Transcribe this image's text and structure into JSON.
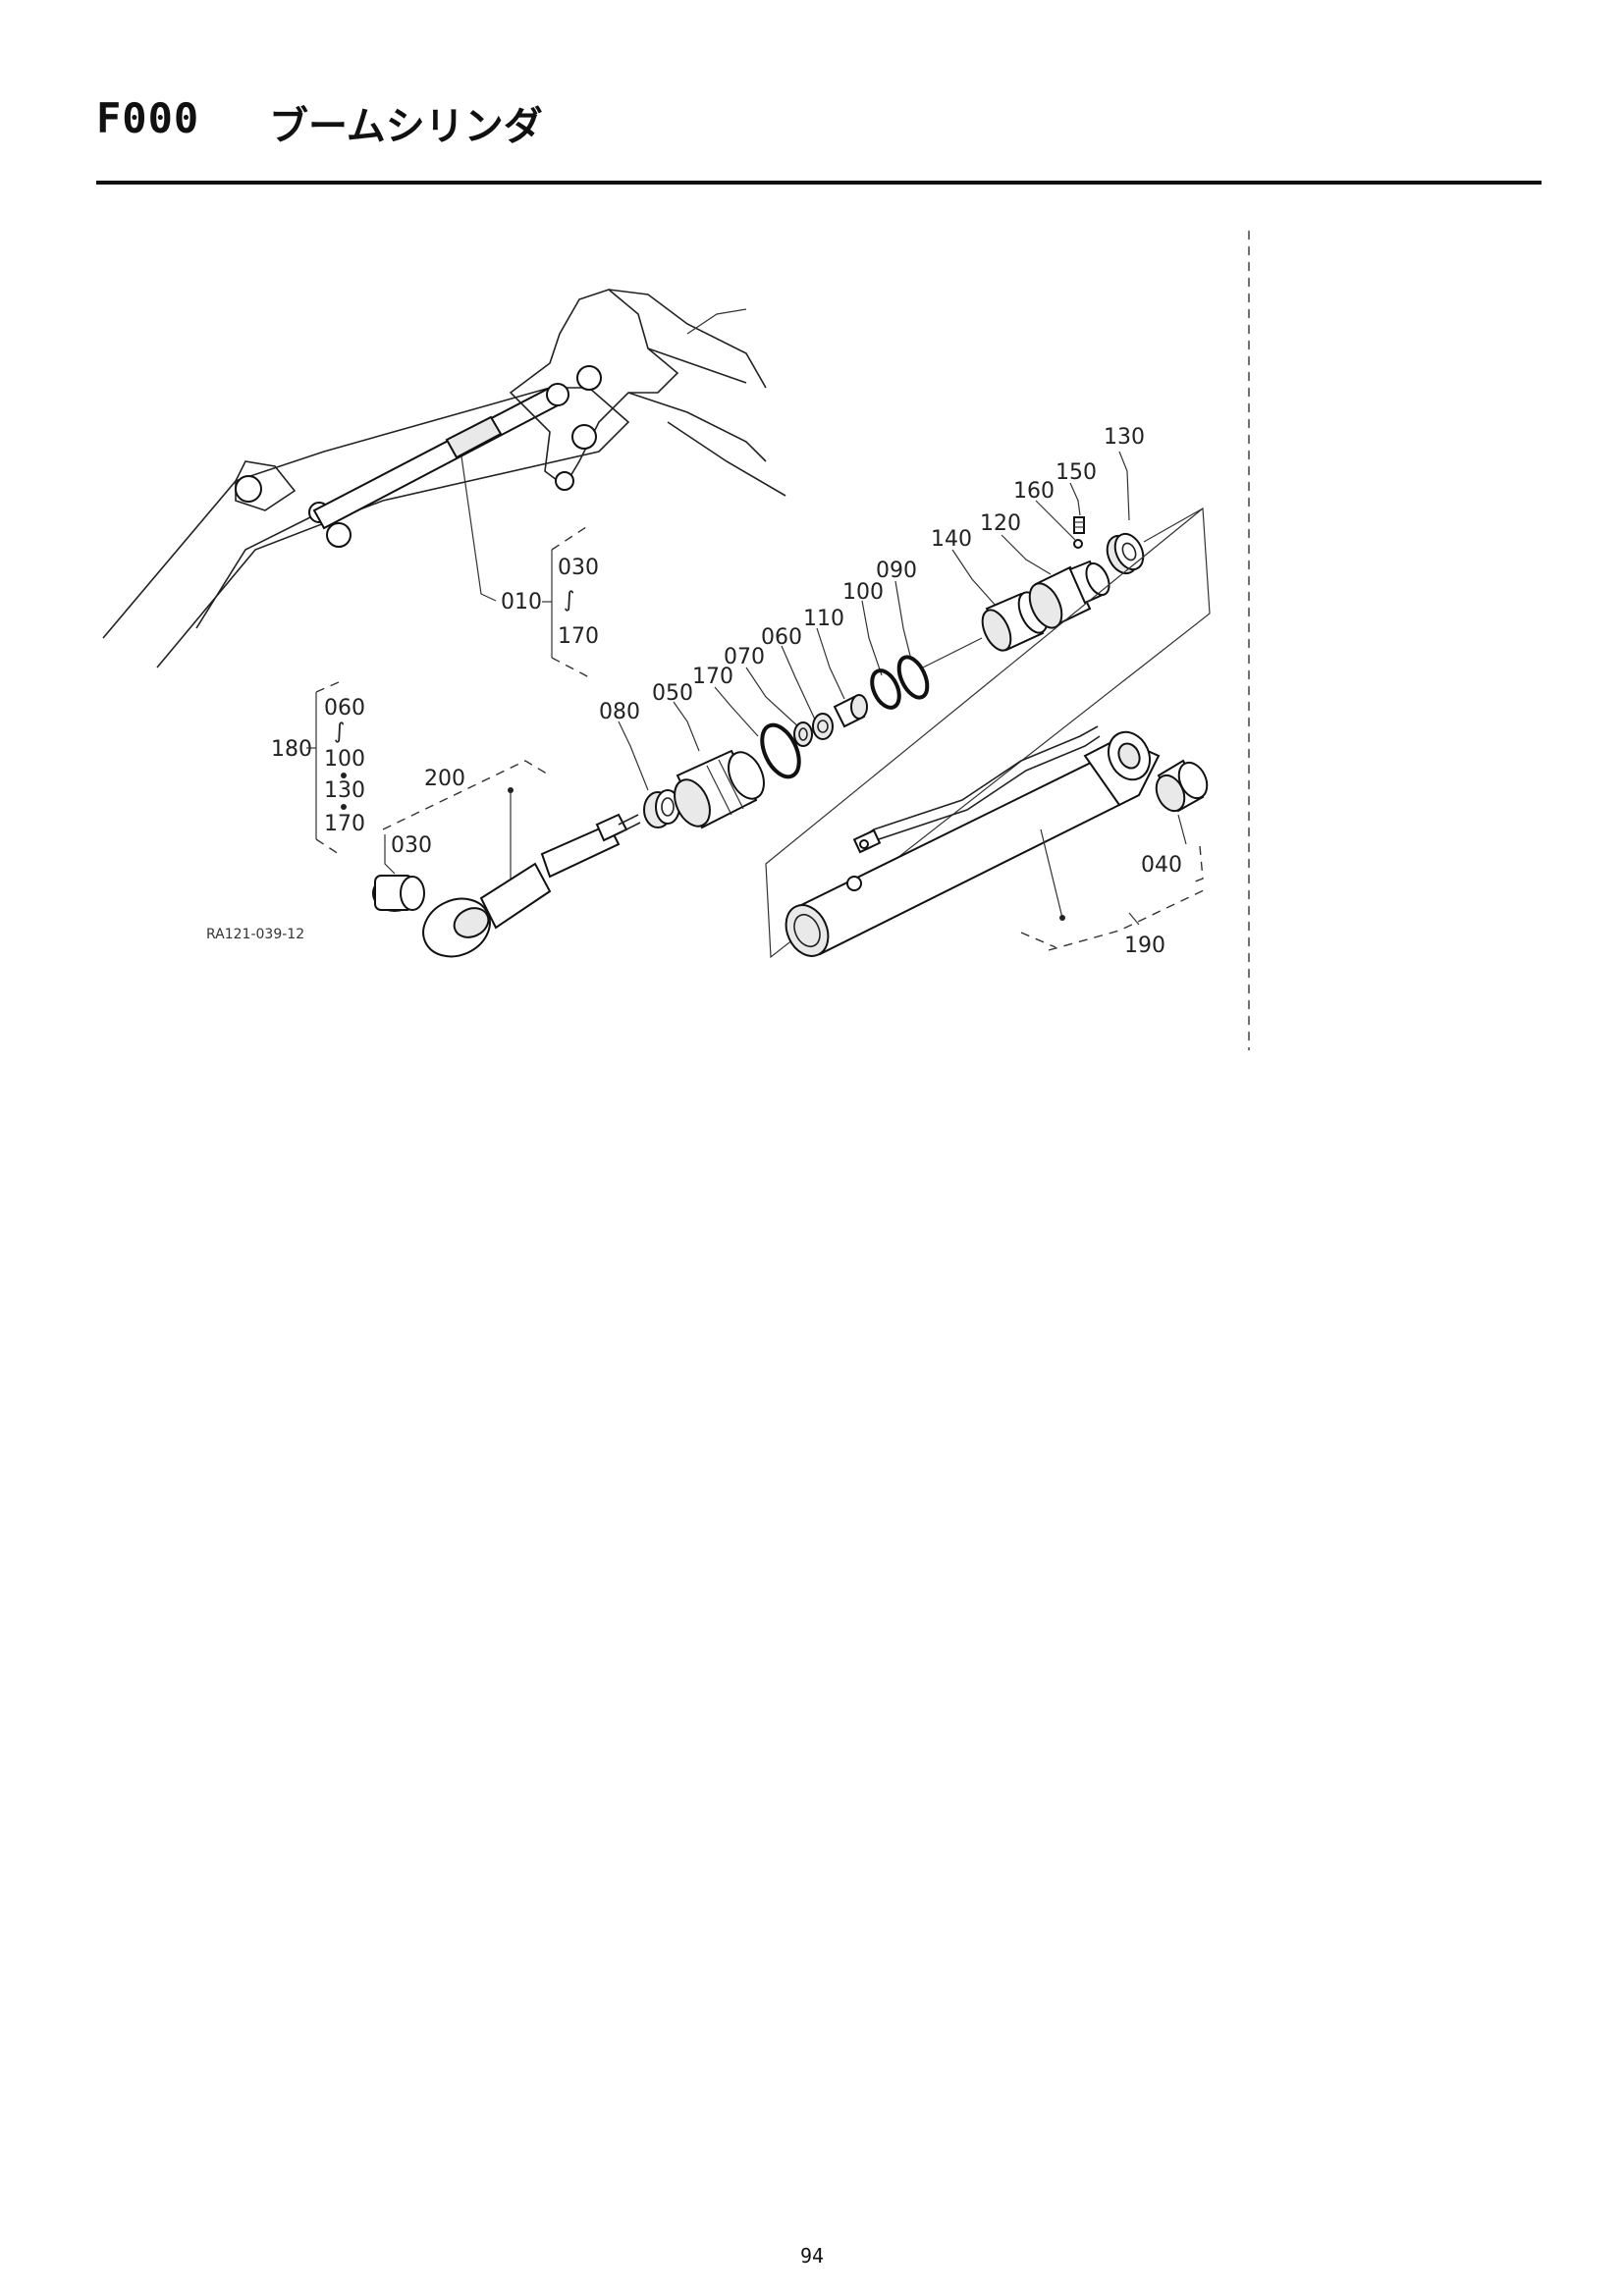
{
  "header": {
    "code": "F000",
    "title": "ブームシリンダ"
  },
  "diagram": {
    "reference": "RA121-039-12",
    "labels": {
      "l010": "010",
      "l030a": "030",
      "l170a": "170",
      "l180": "180",
      "l060a": "060",
      "l100a": "100",
      "l130a": "130",
      "l170b": "170",
      "l200": "200",
      "l030b": "030",
      "l080": "080",
      "l050": "050",
      "l170c": "170",
      "l070": "070",
      "l060b": "060",
      "l110": "110",
      "l100b": "100",
      "l090": "090",
      "l140": "140",
      "l120": "120",
      "l160": "160",
      "l150": "150",
      "l130b": "130",
      "l040": "040",
      "l190": "190"
    }
  },
  "page": {
    "number": "94"
  }
}
